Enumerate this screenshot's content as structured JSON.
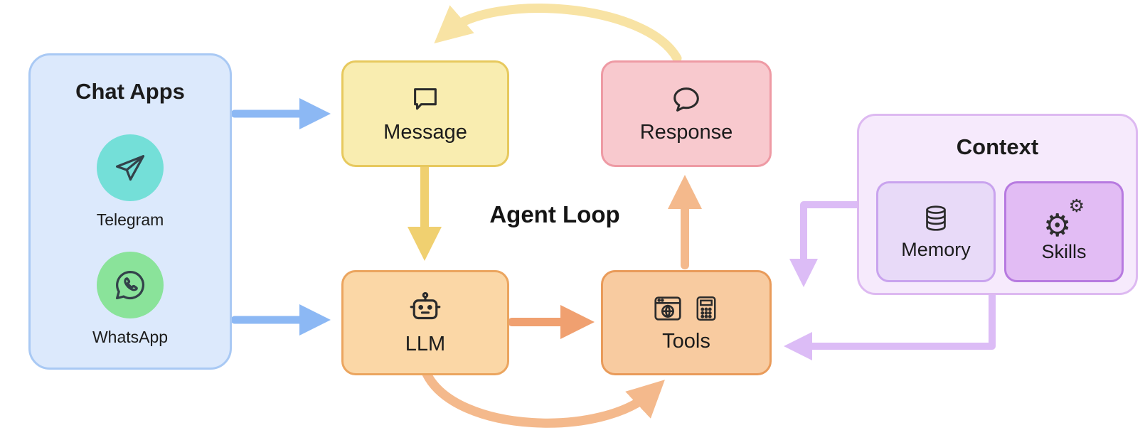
{
  "diagram": {
    "center_label": "Agent Loop",
    "chat_apps": {
      "title": "Chat Apps",
      "items": [
        {
          "label": "Telegram",
          "icon": "telegram-paper-plane-icon"
        },
        {
          "label": "WhatsApp",
          "icon": "whatsapp-icon"
        }
      ]
    },
    "message": {
      "label": "Message",
      "icon": "square-speech-bubble-icon"
    },
    "response": {
      "label": "Response",
      "icon": "round-speech-bubble-icon"
    },
    "llm": {
      "label": "LLM",
      "icon": "robot-icon"
    },
    "tools": {
      "label": "Tools",
      "icons": [
        "browser-globe-icon",
        "calculator-icon"
      ]
    },
    "context": {
      "title": "Context",
      "memory": {
        "label": "Memory",
        "icon": "database-icon"
      },
      "skills": {
        "label": "Skills",
        "icon": "gears-icon"
      }
    },
    "icons": {
      "skills_glyph": "⚙"
    },
    "arrows": [
      "chat-apps-to-message",
      "chat-apps-to-llm",
      "message-to-llm",
      "response-to-message-arc",
      "llm-to-tools",
      "tools-to-response",
      "llm-to-tools-arc",
      "context-to-tools-top",
      "context-to-tools-right"
    ],
    "colors": {
      "chat_apps_fill": "#dce9fc",
      "chat_apps_border": "#a9c9f4",
      "telegram_circle": "#74dfd8",
      "whatsapp_circle": "#8ae39a",
      "message_fill": "#f9edb0",
      "message_border": "#e7c95e",
      "response_fill": "#f8c9ce",
      "response_border": "#ee9aa4",
      "llm_fill": "#fbd7a6",
      "llm_border": "#eba55f",
      "tools_fill": "#f8cba0",
      "tools_border": "#e99b5a",
      "context_fill": "#f6eafc",
      "context_border": "#ddb9f1",
      "memory_fill": "#e8daf8",
      "memory_border": "#c9a3ee",
      "skills_fill": "#e2bcf4",
      "skills_border": "#b77ae0",
      "arrow_blue": "#8cb8f4",
      "arrow_yellow": "#f0d070",
      "arrow_yellow_light": "#f8e3a4",
      "arrow_orange": "#f0a070",
      "arrow_orange_light": "#f4b98c",
      "arrow_purple": "#dcbcf6"
    }
  }
}
